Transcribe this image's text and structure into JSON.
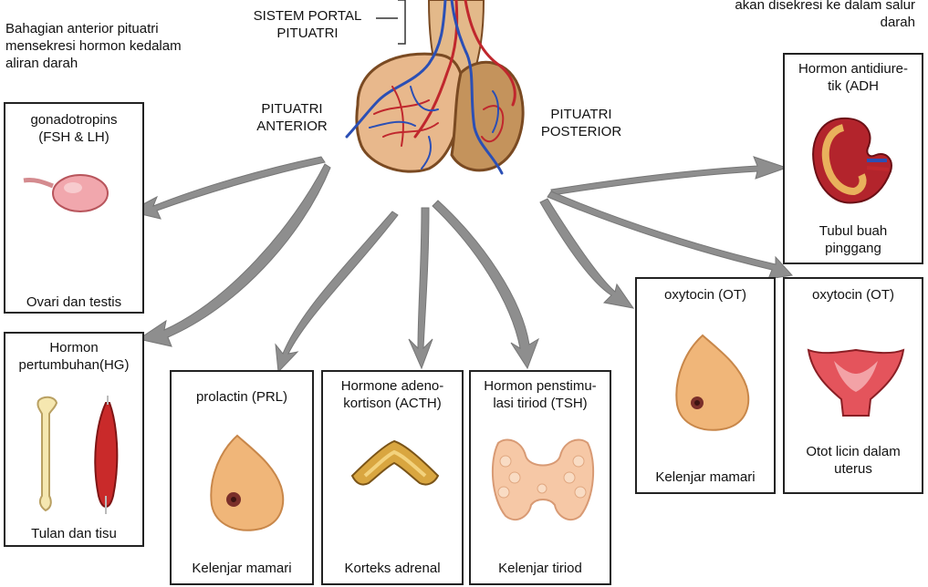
{
  "top_left_note": "Bahagian anterior pituatri\nmensekresi hormon kedalam\naliran darah",
  "top_right_note": "akan disekresi ke dalam salur\ndarah",
  "portal_label": "SISTEM PORTAL\nPITUATRI",
  "anterior_label": "PITUATRI\nANTERIOR",
  "posterior_label": "PITUATRI\nPOSTERIOR",
  "boxes": {
    "gonado": {
      "hormone": "gonadotropins\n(FSH & LH)",
      "target": "Ovari dan testis"
    },
    "growth": {
      "hormone": "Hormon\npertumbuhan(HG)",
      "target": "Tulan dan tisu"
    },
    "prolactin": {
      "hormone": "prolactin (PRL)",
      "target": "Kelenjar mamari"
    },
    "acth": {
      "hormone": "Hormone adeno-\nkortison (ACTH)",
      "target": "Korteks adrenal"
    },
    "tsh": {
      "hormone": "Hormon penstimu-\nlasi tiriod (TSH)",
      "target": "Kelenjar tiriod"
    },
    "oxy1": {
      "hormone": "oxytocin (OT)",
      "target": "Kelenjar mamari"
    },
    "adh": {
      "hormone": "Hormon antidiure-\ntik (ADH",
      "target": "Tubul buah\npinggang"
    },
    "oxy2": {
      "hormone": "oxytocin (OT)",
      "target": "Otot licin dalam\nuterus"
    }
  }
}
